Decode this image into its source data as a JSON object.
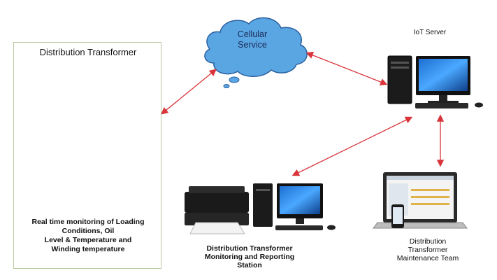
{
  "transformer": {
    "title": "Distribution Transformer",
    "caption_line1": "Real time monitoring of Loading",
    "caption_line2": "Conditions, Oil",
    "caption_line3": "Level & Temperature and",
    "caption_line4": "Winding temperature"
  },
  "cloud": {
    "line1": "Cellular",
    "line2": "Service"
  },
  "iot_server": {
    "label": "IoT Server"
  },
  "station": {
    "line1": "Distribution Transformer",
    "line2": "Monitoring and Reporting",
    "line3": "Station"
  },
  "maintenance": {
    "line1": "Distribution",
    "line2": "Transformer",
    "line3": "Maintenance Team"
  },
  "colors": {
    "arrow": "#d8343a",
    "cloud_fill": "#5aa6e3",
    "cloud_stroke": "#2a5f9e",
    "transformer_body": "#8fd1c0"
  }
}
